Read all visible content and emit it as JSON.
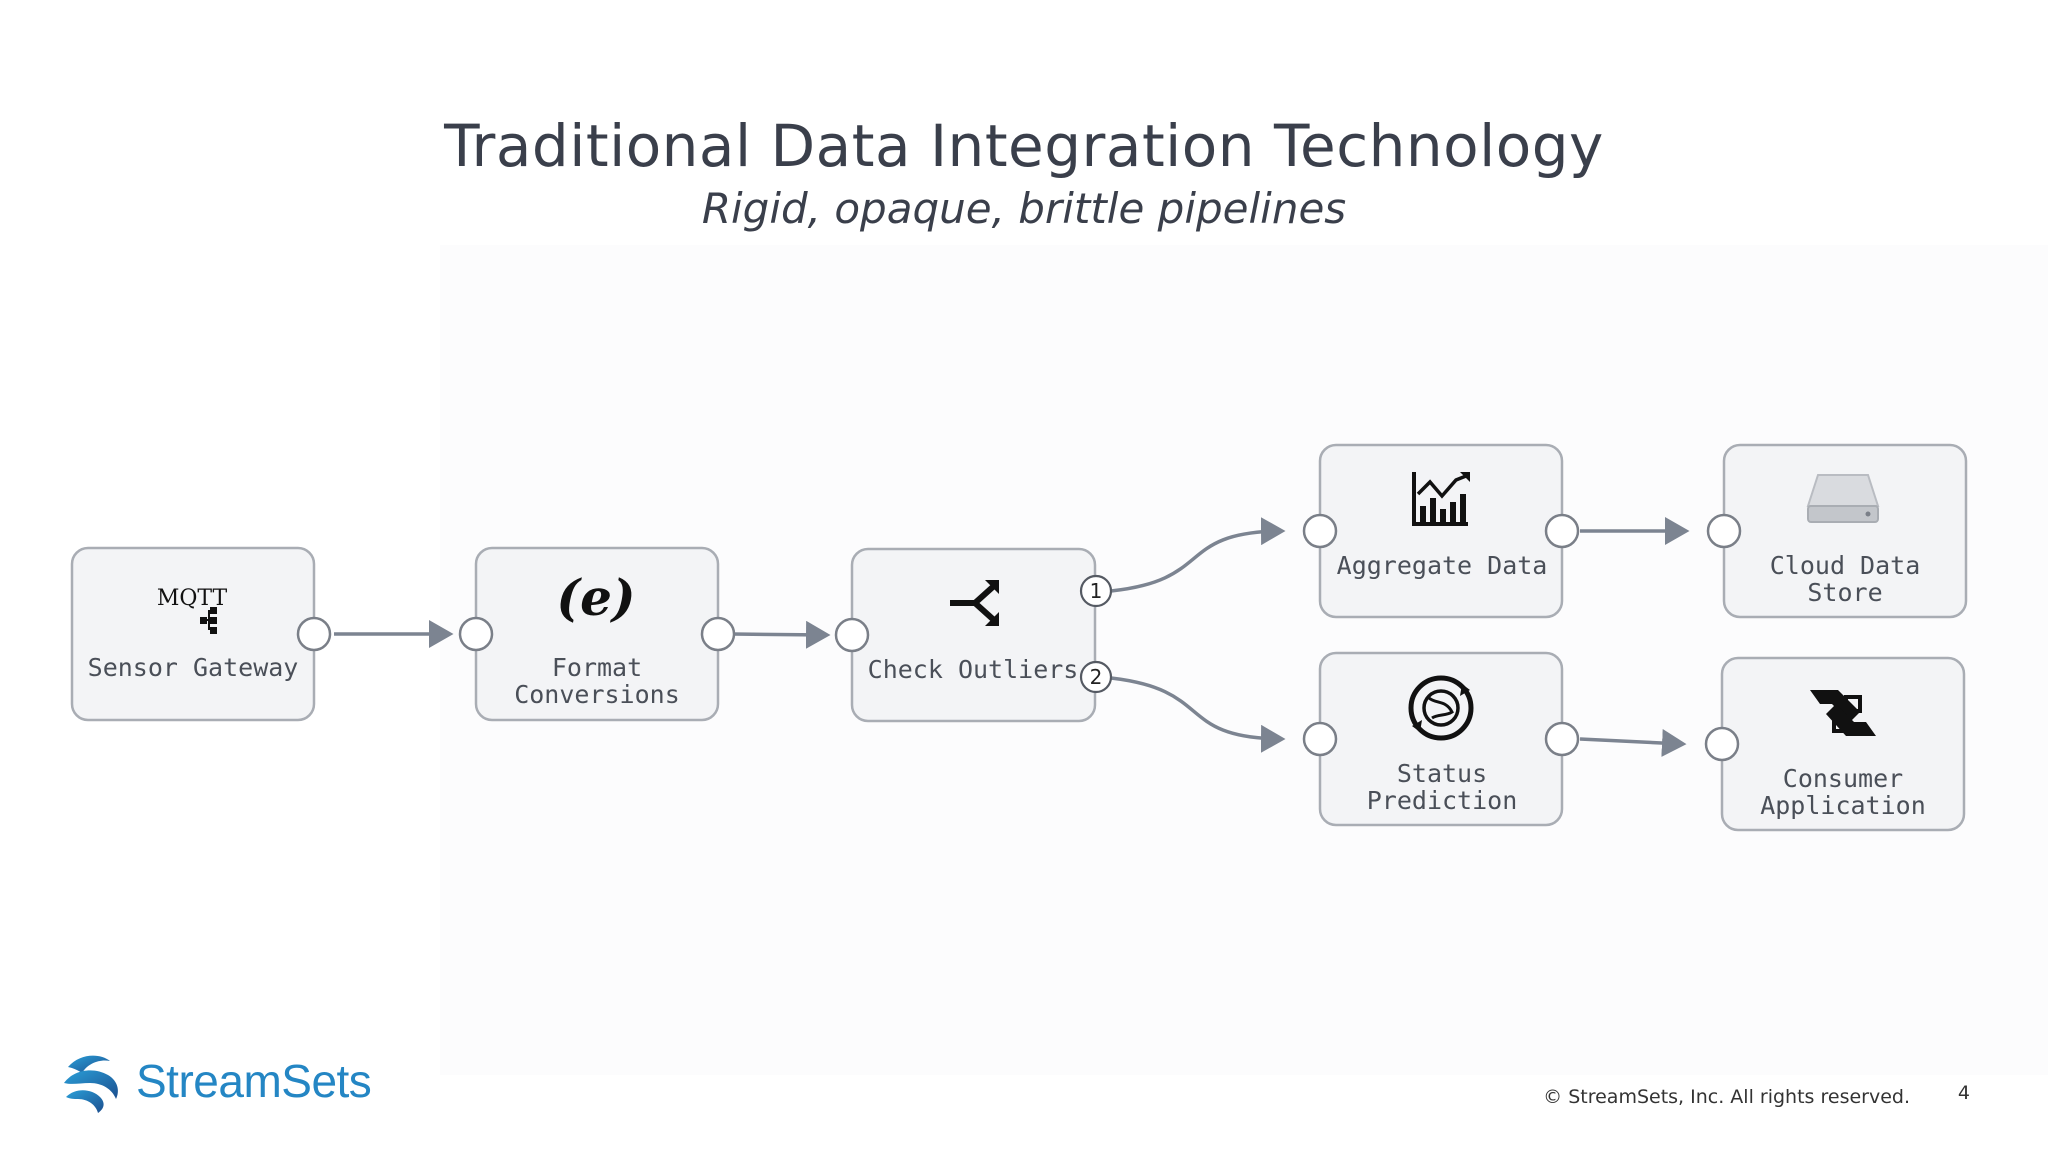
{
  "slide": {
    "title": "Traditional Data Integration Technology",
    "subtitle": "Rigid, opaque, brittle pipelines",
    "copyright": "© StreamSets, Inc. All rights reserved.",
    "page_number": "4"
  },
  "logo": {
    "name": "StreamSets",
    "icon": "streamsets-wave-icon"
  },
  "pipeline": {
    "nodes": [
      {
        "id": "sensor",
        "icon": "mqtt-icon",
        "icon_text": "MQTT",
        "label_lines": [
          "Sensor Gateway"
        ]
      },
      {
        "id": "format",
        "icon": "expression-icon",
        "icon_text": "(e)",
        "label_lines": [
          "Format",
          "Conversions"
        ]
      },
      {
        "id": "outliers",
        "icon": "stream-selector-icon",
        "label_lines": [
          "Check Outliers"
        ]
      },
      {
        "id": "aggregate",
        "icon": "chart-icon",
        "label_lines": [
          "Aggregate Data"
        ]
      },
      {
        "id": "cloud",
        "icon": "storage-drive-icon",
        "label_lines": [
          "Cloud Data",
          "Store"
        ]
      },
      {
        "id": "status",
        "icon": "sync-globe-icon",
        "label_lines": [
          "Status",
          "Prediction"
        ]
      },
      {
        "id": "consumer",
        "icon": "consumer-app-icon",
        "label_lines": [
          "Consumer",
          "Application"
        ]
      }
    ],
    "output_badges": [
      "1",
      "2"
    ],
    "edges": [
      [
        "sensor",
        "format"
      ],
      [
        "format",
        "outliers"
      ],
      [
        "outliers",
        "aggregate"
      ],
      [
        "outliers",
        "status"
      ],
      [
        "aggregate",
        "cloud"
      ],
      [
        "status",
        "consumer"
      ]
    ]
  },
  "colors": {
    "title": "#3a3f4b",
    "edge": "#7c8491",
    "node_fill": "#f3f4f6",
    "brand": "#2486c4"
  }
}
